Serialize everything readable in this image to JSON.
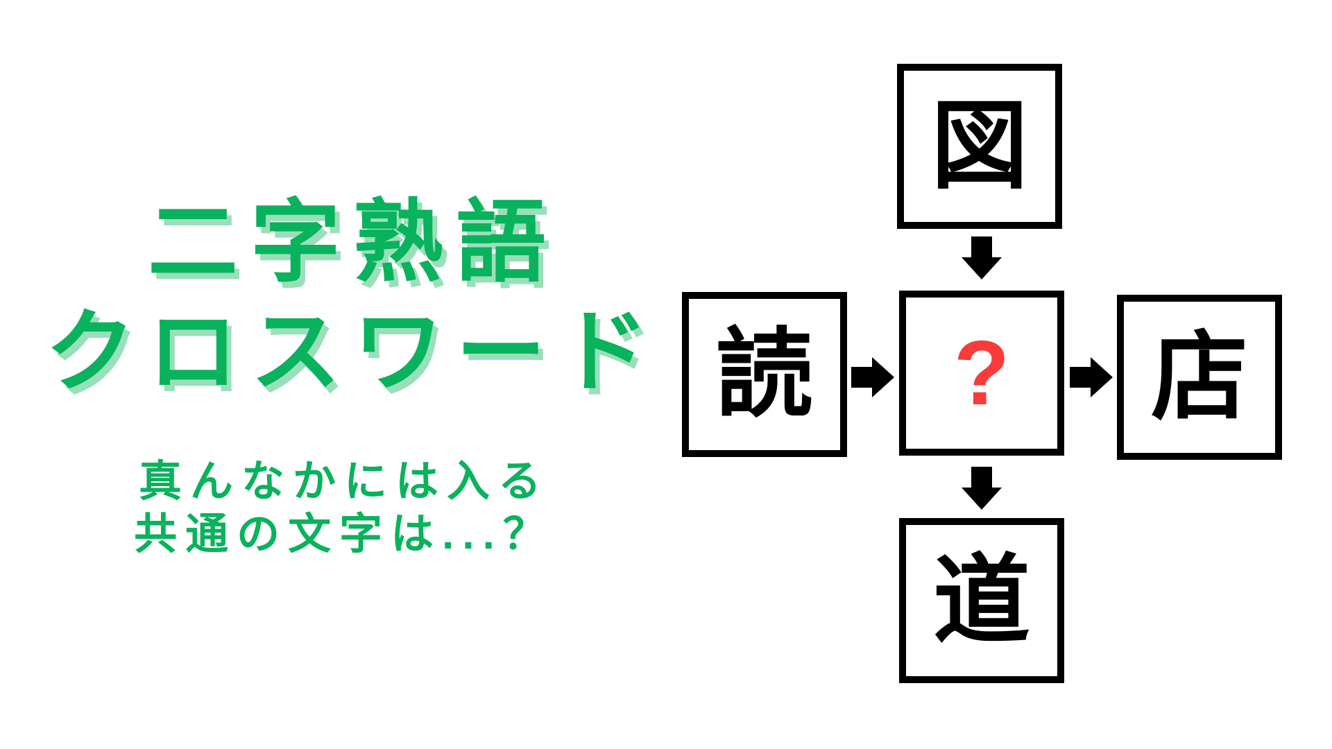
{
  "colors": {
    "background": "#ffffff",
    "green": "#09b25c",
    "green_shadow": "#9adfba",
    "red": "#f93b3b",
    "ink": "#000000"
  },
  "title": {
    "line1": "二字熟語",
    "line2": "クロスワード"
  },
  "subtitle": {
    "line1": "真んなかには入る",
    "line2": "共通の文字は...？"
  },
  "puzzle": {
    "cells": [
      {
        "id": "top",
        "char": "図"
      },
      {
        "id": "left",
        "char": "読"
      },
      {
        "id": "center",
        "char": "?"
      },
      {
        "id": "right",
        "char": "店"
      },
      {
        "id": "bottom",
        "char": "道"
      }
    ],
    "arrows": [
      {
        "from": "top",
        "to": "center",
        "direction": "down"
      },
      {
        "from": "left",
        "to": "center",
        "direction": "right"
      },
      {
        "from": "center",
        "to": "right",
        "direction": "right"
      },
      {
        "from": "center",
        "to": "bottom",
        "direction": "down"
      }
    ]
  }
}
